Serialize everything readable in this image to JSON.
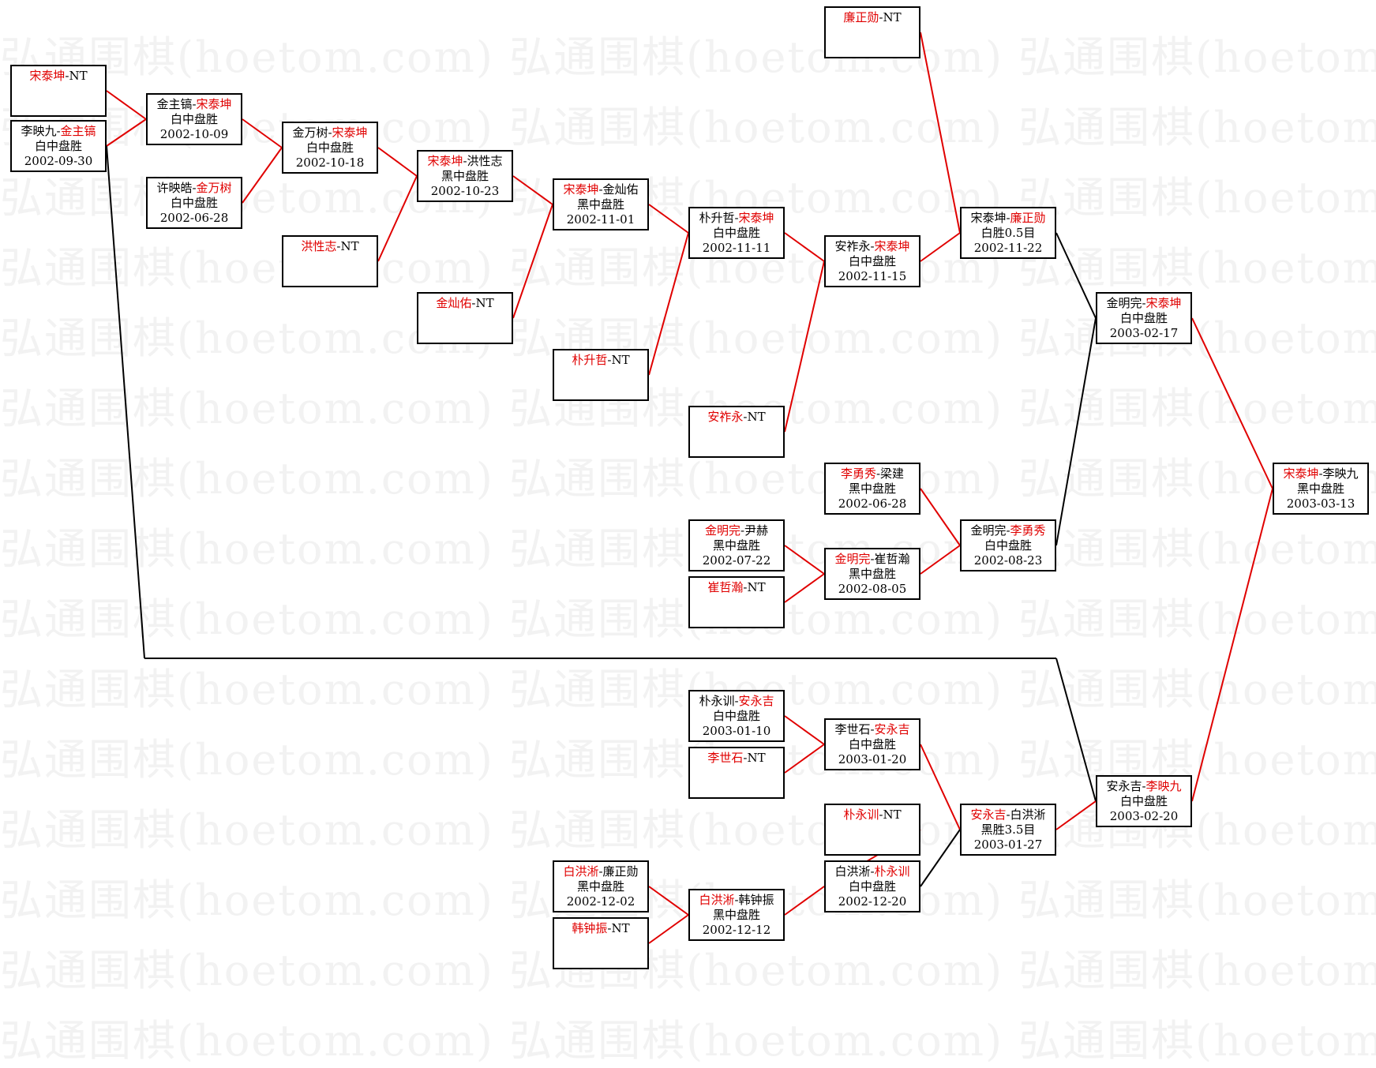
{
  "watermark": "弘通围棋(hoetom.com)",
  "colors": {
    "winner_text": "#e00000",
    "winner_line": "#e00000",
    "loser_line": "#000000"
  },
  "nodes": [
    {
      "id": "n1",
      "p1": "宋泰坤",
      "p2": "NT",
      "winner": 1,
      "result": "",
      "date": ""
    },
    {
      "id": "n2",
      "p1": "李映九",
      "p2": "金主镐",
      "winner": 2,
      "result": "白中盘胜",
      "date": "2002-09-30"
    },
    {
      "id": "n3",
      "p1": "金主镐",
      "p2": "宋泰坤",
      "winner": 2,
      "result": "白中盘胜",
      "date": "2002-10-09"
    },
    {
      "id": "n4",
      "p1": "许映皓",
      "p2": "金万树",
      "winner": 2,
      "result": "白中盘胜",
      "date": "2002-06-28"
    },
    {
      "id": "n5",
      "p1": "金万树",
      "p2": "宋泰坤",
      "winner": 2,
      "result": "白中盘胜",
      "date": "2002-10-18"
    },
    {
      "id": "n6",
      "p1": "洪性志",
      "p2": "NT",
      "winner": 1,
      "result": "",
      "date": ""
    },
    {
      "id": "n7",
      "p1": "宋泰坤",
      "p2": "洪性志",
      "winner": 1,
      "result": "黑中盘胜",
      "date": "2002-10-23"
    },
    {
      "id": "n8",
      "p1": "金灿佑",
      "p2": "NT",
      "winner": 1,
      "result": "",
      "date": ""
    },
    {
      "id": "n9",
      "p1": "宋泰坤",
      "p2": "金灿佑",
      "winner": 1,
      "result": "黑中盘胜",
      "date": "2002-11-01"
    },
    {
      "id": "n10",
      "p1": "朴升哲",
      "p2": "NT",
      "winner": 1,
      "result": "",
      "date": ""
    },
    {
      "id": "n11",
      "p1": "朴升哲",
      "p2": "宋泰坤",
      "winner": 2,
      "result": "白中盘胜",
      "date": "2002-11-11"
    },
    {
      "id": "n12",
      "p1": "安祚永",
      "p2": "NT",
      "winner": 1,
      "result": "",
      "date": ""
    },
    {
      "id": "n13",
      "p1": "安祚永",
      "p2": "宋泰坤",
      "winner": 2,
      "result": "白中盘胜",
      "date": "2002-11-15"
    },
    {
      "id": "n14",
      "p1": "廉正勋",
      "p2": "NT",
      "winner": 1,
      "result": "",
      "date": ""
    },
    {
      "id": "n15",
      "p1": "宋泰坤",
      "p2": "廉正勋",
      "winner": 2,
      "result": "白胜0.5目",
      "date": "2002-11-22"
    },
    {
      "id": "n16",
      "p1": "李勇秀",
      "p2": "梁建",
      "winner": 1,
      "result": "黑中盘胜",
      "date": "2002-06-28"
    },
    {
      "id": "n17",
      "p1": "金明完",
      "p2": "尹赫",
      "winner": 1,
      "result": "黑中盘胜",
      "date": "2002-07-22"
    },
    {
      "id": "n18",
      "p1": "崔哲瀚",
      "p2": "NT",
      "winner": 1,
      "result": "",
      "date": ""
    },
    {
      "id": "n19",
      "p1": "金明完",
      "p2": "崔哲瀚",
      "winner": 1,
      "result": "黑中盘胜",
      "date": "2002-08-05"
    },
    {
      "id": "n20",
      "p1": "金明完",
      "p2": "李勇秀",
      "winner": 2,
      "result": "白中盘胜",
      "date": "2002-08-23"
    },
    {
      "id": "n21",
      "p1": "金明完",
      "p2": "宋泰坤",
      "winner": 2,
      "result": "白中盘胜",
      "date": "2003-02-17"
    },
    {
      "id": "n22",
      "p1": "宋泰坤",
      "p2": "李映九",
      "winner": 1,
      "result": "黑中盘胜",
      "date": "2003-03-13"
    },
    {
      "id": "n23",
      "p1": "朴永训",
      "p2": "安永吉",
      "winner": 2,
      "result": "白中盘胜",
      "date": "2003-01-10"
    },
    {
      "id": "n24",
      "p1": "李世石",
      "p2": "NT",
      "winner": 1,
      "result": "",
      "date": ""
    },
    {
      "id": "n25",
      "p1": "李世石",
      "p2": "安永吉",
      "winner": 2,
      "result": "白中盘胜",
      "date": "2003-01-20"
    },
    {
      "id": "n26",
      "p1": "朴永训",
      "p2": "NT",
      "winner": 1,
      "result": "",
      "date": ""
    },
    {
      "id": "n27",
      "p1": "白洪淅",
      "p2": "廉正勋",
      "winner": 1,
      "result": "黑中盘胜",
      "date": "2002-12-02"
    },
    {
      "id": "n28",
      "p1": "韩钟振",
      "p2": "NT",
      "winner": 1,
      "result": "",
      "date": ""
    },
    {
      "id": "n29",
      "p1": "白洪淅",
      "p2": "韩钟振",
      "winner": 1,
      "result": "黑中盘胜",
      "date": "2002-12-12"
    },
    {
      "id": "n30",
      "p1": "白洪淅",
      "p2": "朴永训",
      "winner": 2,
      "result": "白中盘胜",
      "date": "2002-12-20"
    },
    {
      "id": "n31",
      "p1": "安永吉",
      "p2": "白洪淅",
      "winner": 1,
      "result": "黑胜3.5目",
      "date": "2003-01-27"
    },
    {
      "id": "n32",
      "p1": "安永吉",
      "p2": "李映九",
      "winner": 2,
      "result": "白中盘胜",
      "date": "2003-02-20"
    }
  ],
  "edges": [
    {
      "from": "n1",
      "to": "n3",
      "won": true
    },
    {
      "from": "n2",
      "to": "n3",
      "won": true
    },
    {
      "from": "n2",
      "to": "n32",
      "won": false,
      "route": "fold"
    },
    {
      "from": "n3",
      "to": "n5",
      "won": true
    },
    {
      "from": "n4",
      "to": "n5",
      "won": true
    },
    {
      "from": "n5",
      "to": "n7",
      "won": true
    },
    {
      "from": "n6",
      "to": "n7",
      "won": true
    },
    {
      "from": "n7",
      "to": "n9",
      "won": true
    },
    {
      "from": "n8",
      "to": "n9",
      "won": true
    },
    {
      "from": "n9",
      "to": "n11",
      "won": true
    },
    {
      "from": "n10",
      "to": "n11",
      "won": true
    },
    {
      "from": "n11",
      "to": "n13",
      "won": true
    },
    {
      "from": "n12",
      "to": "n13",
      "won": true
    },
    {
      "from": "n13",
      "to": "n15",
      "won": true
    },
    {
      "from": "n14",
      "to": "n15",
      "won": true
    },
    {
      "from": "n15",
      "to": "n21",
      "won": false
    },
    {
      "from": "n16",
      "to": "n20",
      "won": true
    },
    {
      "from": "n17",
      "to": "n19",
      "won": true
    },
    {
      "from": "n18",
      "to": "n19",
      "won": true
    },
    {
      "from": "n19",
      "to": "n20",
      "won": true
    },
    {
      "from": "n20",
      "to": "n21",
      "won": false
    },
    {
      "from": "n21",
      "to": "n22",
      "won": true
    },
    {
      "from": "n23",
      "to": "n25",
      "won": true
    },
    {
      "from": "n24",
      "to": "n25",
      "won": true
    },
    {
      "from": "n25",
      "to": "n31",
      "won": true
    },
    {
      "from": "n26",
      "to": "n30",
      "won": true
    },
    {
      "from": "n27",
      "to": "n29",
      "won": true
    },
    {
      "from": "n28",
      "to": "n29",
      "won": true
    },
    {
      "from": "n29",
      "to": "n30",
      "won": true
    },
    {
      "from": "n30",
      "to": "n31",
      "won": false
    },
    {
      "from": "n31",
      "to": "n32",
      "won": true
    },
    {
      "from": "n32",
      "to": "n22",
      "won": true
    }
  ]
}
